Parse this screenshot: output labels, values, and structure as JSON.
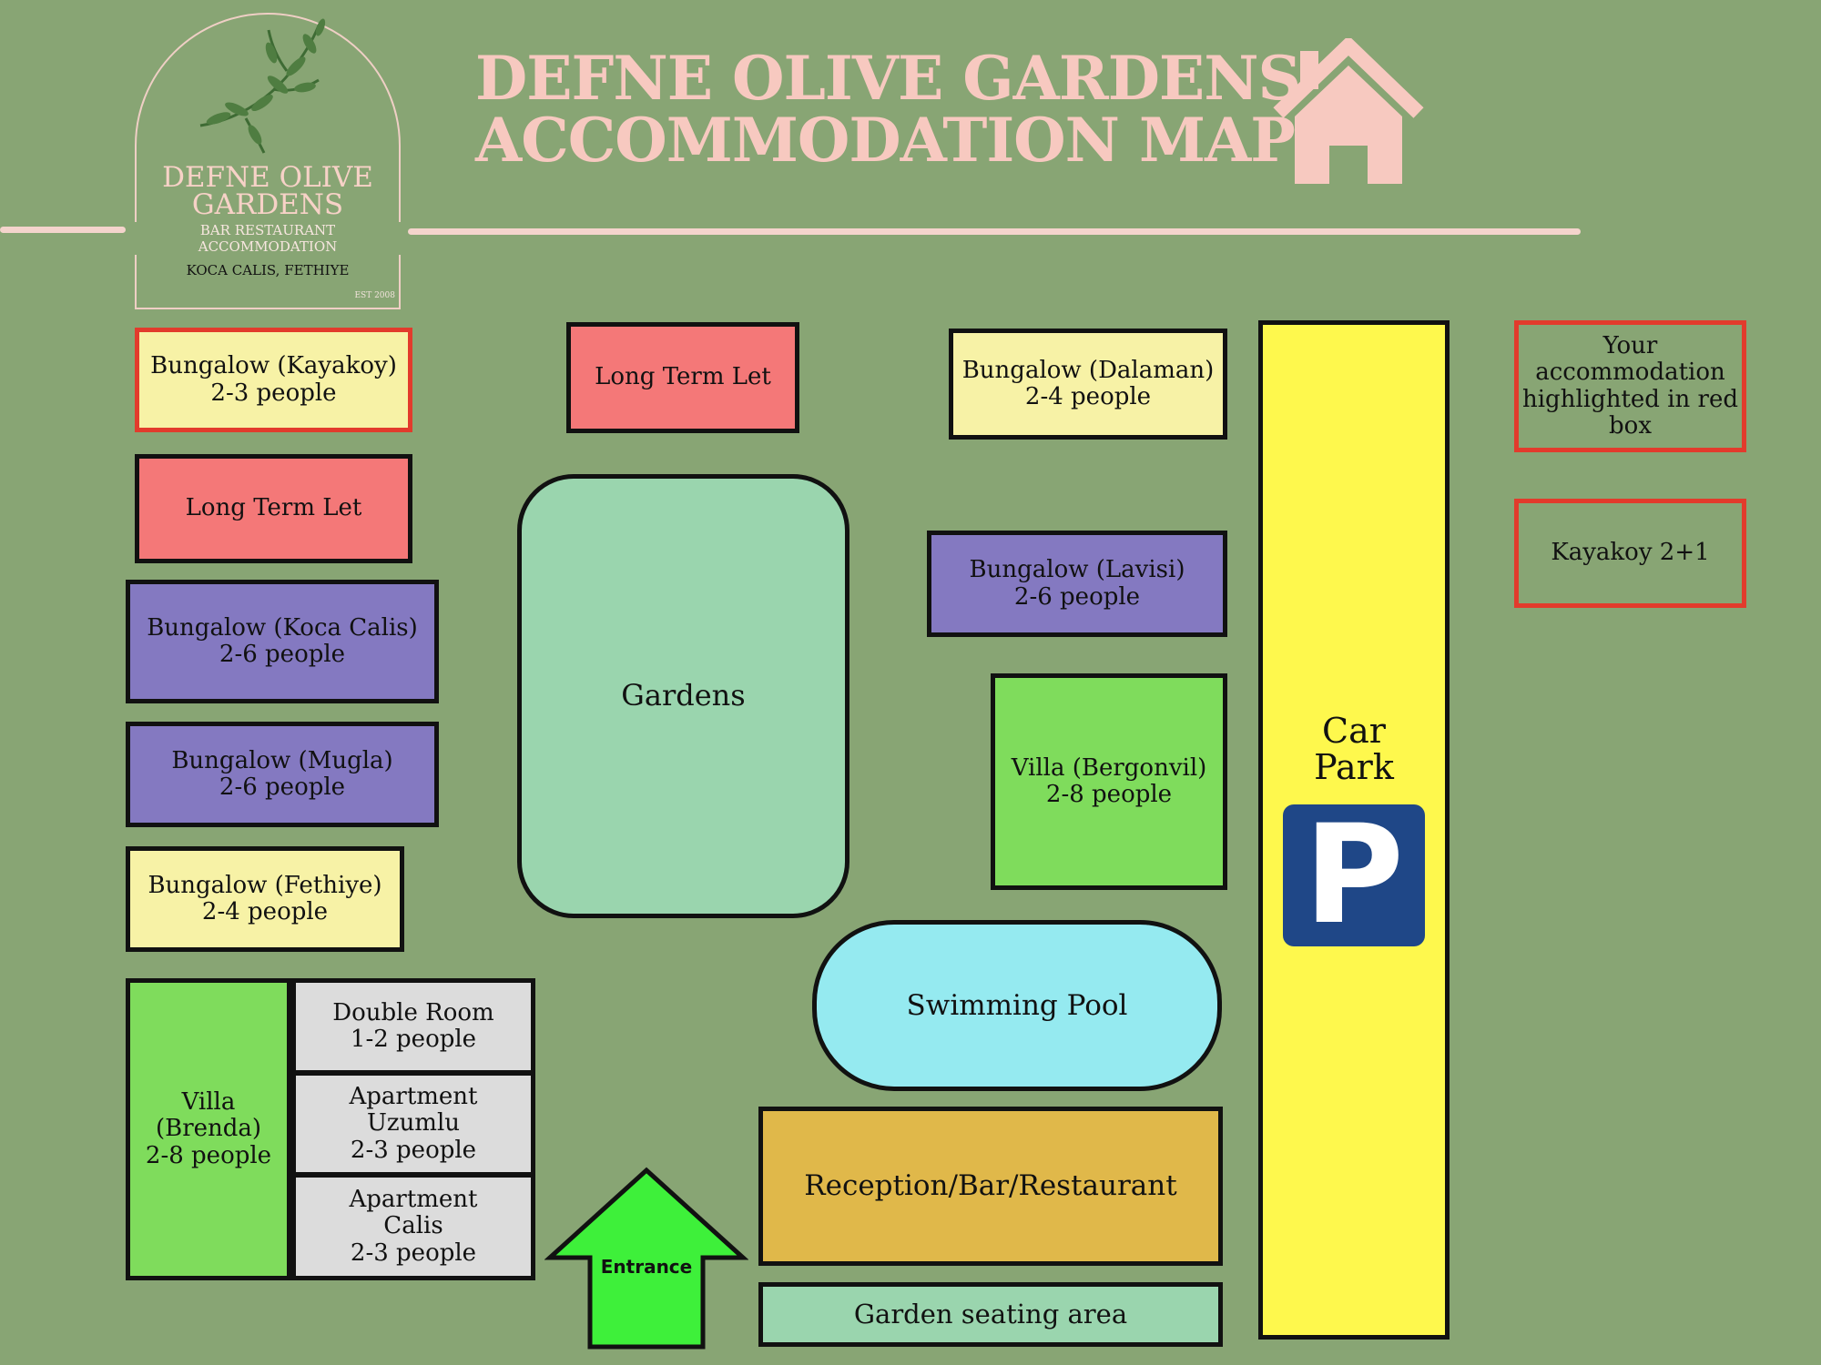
{
  "logo": {
    "name_line1": "DEFNE OLIVE",
    "name_line2": "GARDENS",
    "tagline": "BAR RESTAURANT ACCOMMODATION",
    "location": "KOCA CALIS, FETHIYE",
    "established": "EST 2008"
  },
  "header": {
    "title_line1": "DEFNE OLIVE GARDENS",
    "title_line2": "ACCOMMODATION MAP",
    "icon": "house-icon"
  },
  "legend": {
    "note": "Your accommodation highlighted in red box",
    "highlighted": "Kayakoy 2+1"
  },
  "areas": {
    "kayakoy": "Bungalow (Kayakoy)\n2-3 people",
    "long_term_let_left": "Long Term Let",
    "koca_calis": "Bungalow (Koca Calis)\n2-6 people",
    "mugla": "Bungalow (Mugla)\n2-6 people",
    "fethiye": "Bungalow (Fethiye)\n2-4 people",
    "brenda": "Villa (Brenda)\n2-8 people",
    "double_room": "Double Room\n1-2 people",
    "apt_uzumlu": "Apartment\nUzumlu\n2-3 people",
    "apt_calis": "Apartment\nCalis\n2-3 people",
    "long_term_let_top": "Long Term Let",
    "gardens": "Gardens",
    "dalaman": "Bungalow (Dalaman)\n2-4 people",
    "lavisi": "Bungalow (Lavisi)\n2-6 people",
    "bergonvil": "Villa (Bergonvil)\n2-8 people",
    "swimming_pool": "Swimming Pool",
    "reception": "Reception/Bar/Restaurant",
    "garden_seating": "Garden seating area",
    "entrance": "Entrance",
    "car_park": "Car\nPark",
    "parking_symbol": "P"
  },
  "colors": {
    "background": "#88a574",
    "title": "#f7c9c0",
    "highlight": "#e23b2c",
    "bungalow_small": "#f7f2a6",
    "long_term_let": "#f47878",
    "bungalow_large": "#8479c1",
    "villa": "#7fdc5c",
    "gardens": "#9ad5ae",
    "room": "#dcdcdc",
    "pool": "#95eaf0",
    "reception": "#e0b84a",
    "car_park": "#fef84d",
    "parking_sign": "#1f4787",
    "entrance": "#3ef03a"
  }
}
